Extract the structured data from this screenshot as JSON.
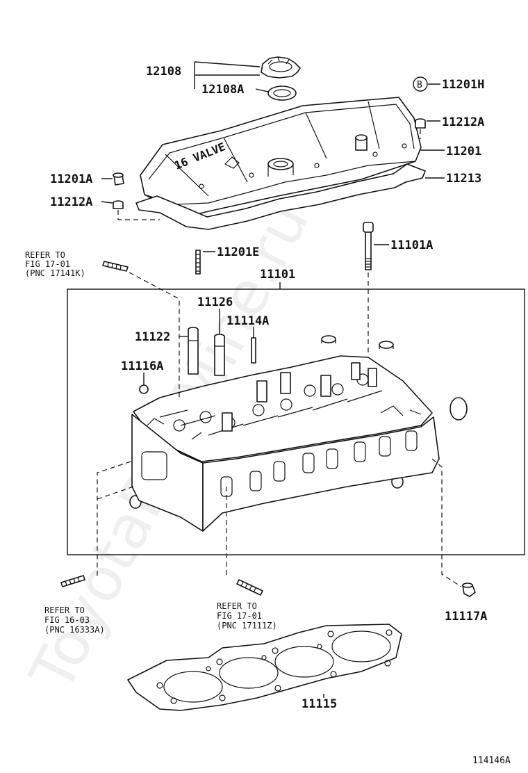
{
  "labels": {
    "p12108": "12108",
    "p12108A": "12108A",
    "p11201H": "11201H",
    "p11212A_r": "11212A",
    "p11201": "11201",
    "p11201A": "11201A",
    "p11213": "11213",
    "p11212A_l": "11212A",
    "p11201E": "11201E",
    "p11101A": "11101A",
    "p11101": "11101",
    "p11126": "11126",
    "p11114A": "11114A",
    "p11122": "11122",
    "p11116A": "11116A",
    "p11117A": "11117A",
    "p11115": "11115"
  },
  "callout_b": "B",
  "cover_text": "16 VALVE",
  "refs": {
    "top": [
      "REFER TO",
      "FIG 17-01",
      "(PNC 17141K)"
    ],
    "left": [
      "REFER TO",
      "FIG 16-03",
      "(PNC 16333A)"
    ],
    "mid": [
      "REFER TO",
      "FIG 17-01",
      "(PNC 17111Z)"
    ]
  },
  "figure_id": "114146A",
  "watermark": "ToyotaPartMine.ru"
}
